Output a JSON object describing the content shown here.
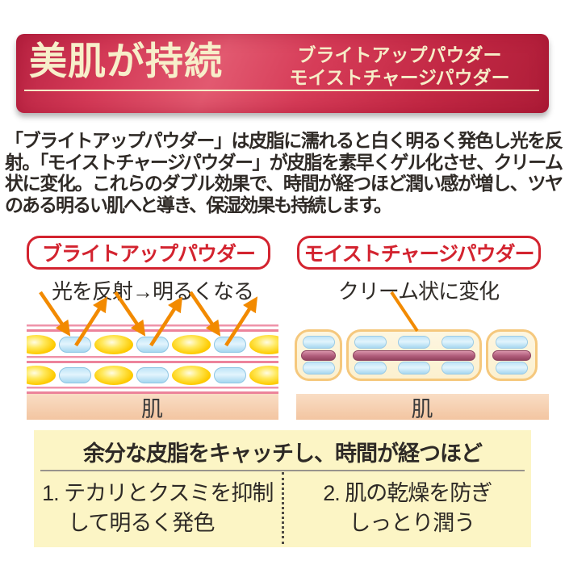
{
  "banner": {
    "title": "美肌が持続",
    "product_line1": "ブライトアップパウダー",
    "product_line2": "モイストチャージパウダー"
  },
  "intro": {
    "paragraph": "「ブライトアップパウダー」は皮脂に濡れると白く明るく発色し光を反射。「モイストチャージパウダー」が皮脂を素早くゲル化させ、クリーム状に変化。これらのダブル効果で、時間が経つほど潤い感が増し、ツヤのある明るい肌へと導き、保湿効果も持続します。"
  },
  "left_panel": {
    "label": "ブライトアップパウダー",
    "caption": "光を反射→明るくなる",
    "skin": "肌"
  },
  "right_panel": {
    "label": "モイストチャージパウダー",
    "caption": "クリーム状に変化",
    "skin": "肌"
  },
  "summary": {
    "heading": "余分な皮脂をキャッチし、時間が経つほど",
    "point1_line1": "1. テカリとクスミを抑制",
    "point1_line2": "して明るく発色",
    "point2_line1": "2. 肌の乾燥を防ぎ",
    "point2_line2": "しっとり潤う"
  },
  "colors": {
    "banner_red": "#c62b47",
    "accent_red": "#d3232f",
    "cream_text": "#f7efca",
    "arrow_orange": "#f28a00",
    "stripe_pink": "#ef93a9",
    "skin_peach": "#f6cfae",
    "powder_yellow": "#fecb00",
    "powder_blue": "#a9d9f2",
    "gel_cream": "#fdf4d9",
    "gel_border": "#f5c87d",
    "gelled_sebum_mauve": "#b05c7b",
    "summary_bg": "#fcf5c5",
    "text_dark": "#2f2a26"
  }
}
